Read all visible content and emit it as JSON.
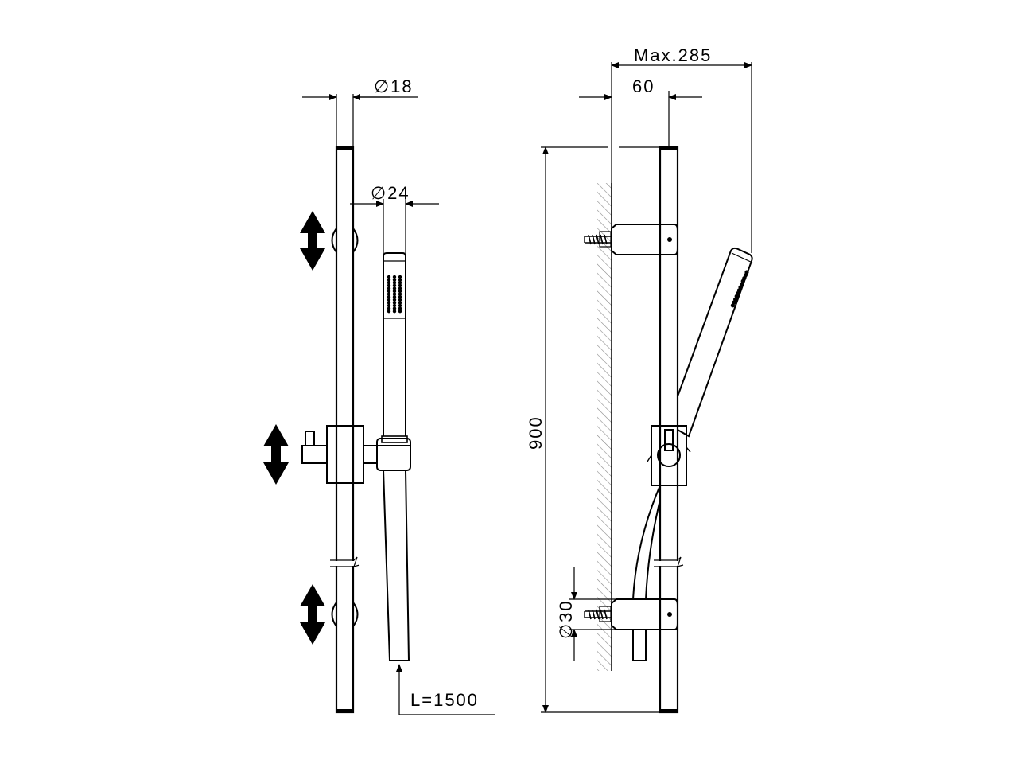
{
  "dimensions": {
    "rail_diameter": "∅18",
    "handshower_diameter": "∅24",
    "max_projection": "Max.285",
    "wall_distance": "60",
    "rail_length": "900",
    "bracket_diameter": "∅30",
    "hose_length": "L=1500"
  },
  "colors": {
    "line": "#000000",
    "background": "#ffffff",
    "wall_hatch": "#888888"
  },
  "icons": [
    "double-arrow-up-down-icon",
    "double-arrow-up-down-icon",
    "double-arrow-up-down-icon"
  ]
}
